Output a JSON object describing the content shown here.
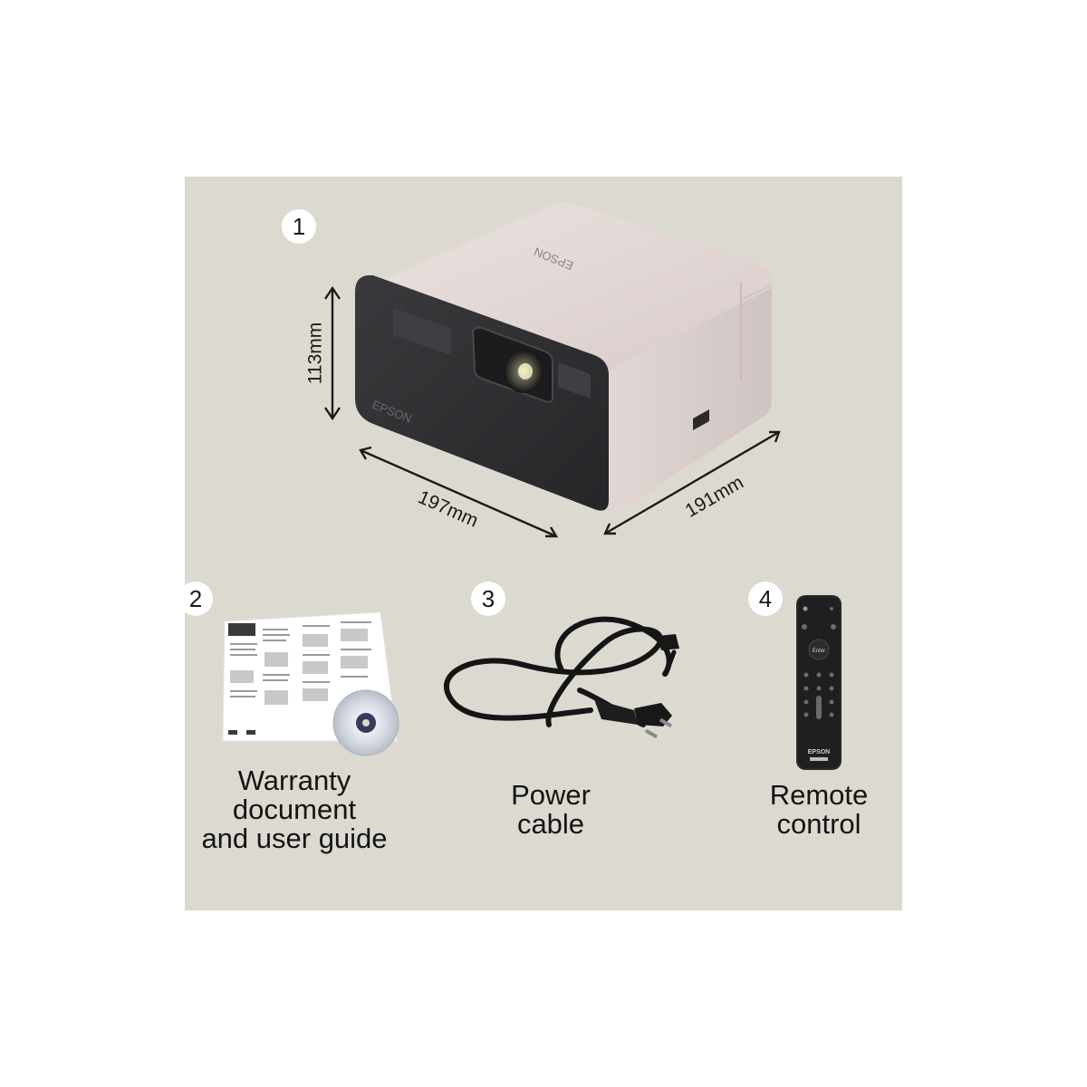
{
  "colors": {
    "background": "#dcdad0",
    "projector_body": "#e4d9d6",
    "projector_front": "#2f2e31",
    "badge": "#ffffff",
    "text": "#141414"
  },
  "projector": {
    "badge_number": "1",
    "brand_top": "EPSON",
    "brand_front": "EPSON",
    "dim_height": "113mm",
    "dim_width": "197mm",
    "dim_depth": "191mm"
  },
  "items": [
    {
      "number": "2",
      "caption_lines": [
        "Warranty",
        "document",
        "and user guide"
      ]
    },
    {
      "number": "3",
      "caption_lines": [
        "Power",
        "cable"
      ]
    },
    {
      "number": "4",
      "caption_lines": [
        "Remote",
        "control"
      ]
    }
  ],
  "remote": {
    "enter_label": "Enter",
    "brand": "EPSON"
  }
}
